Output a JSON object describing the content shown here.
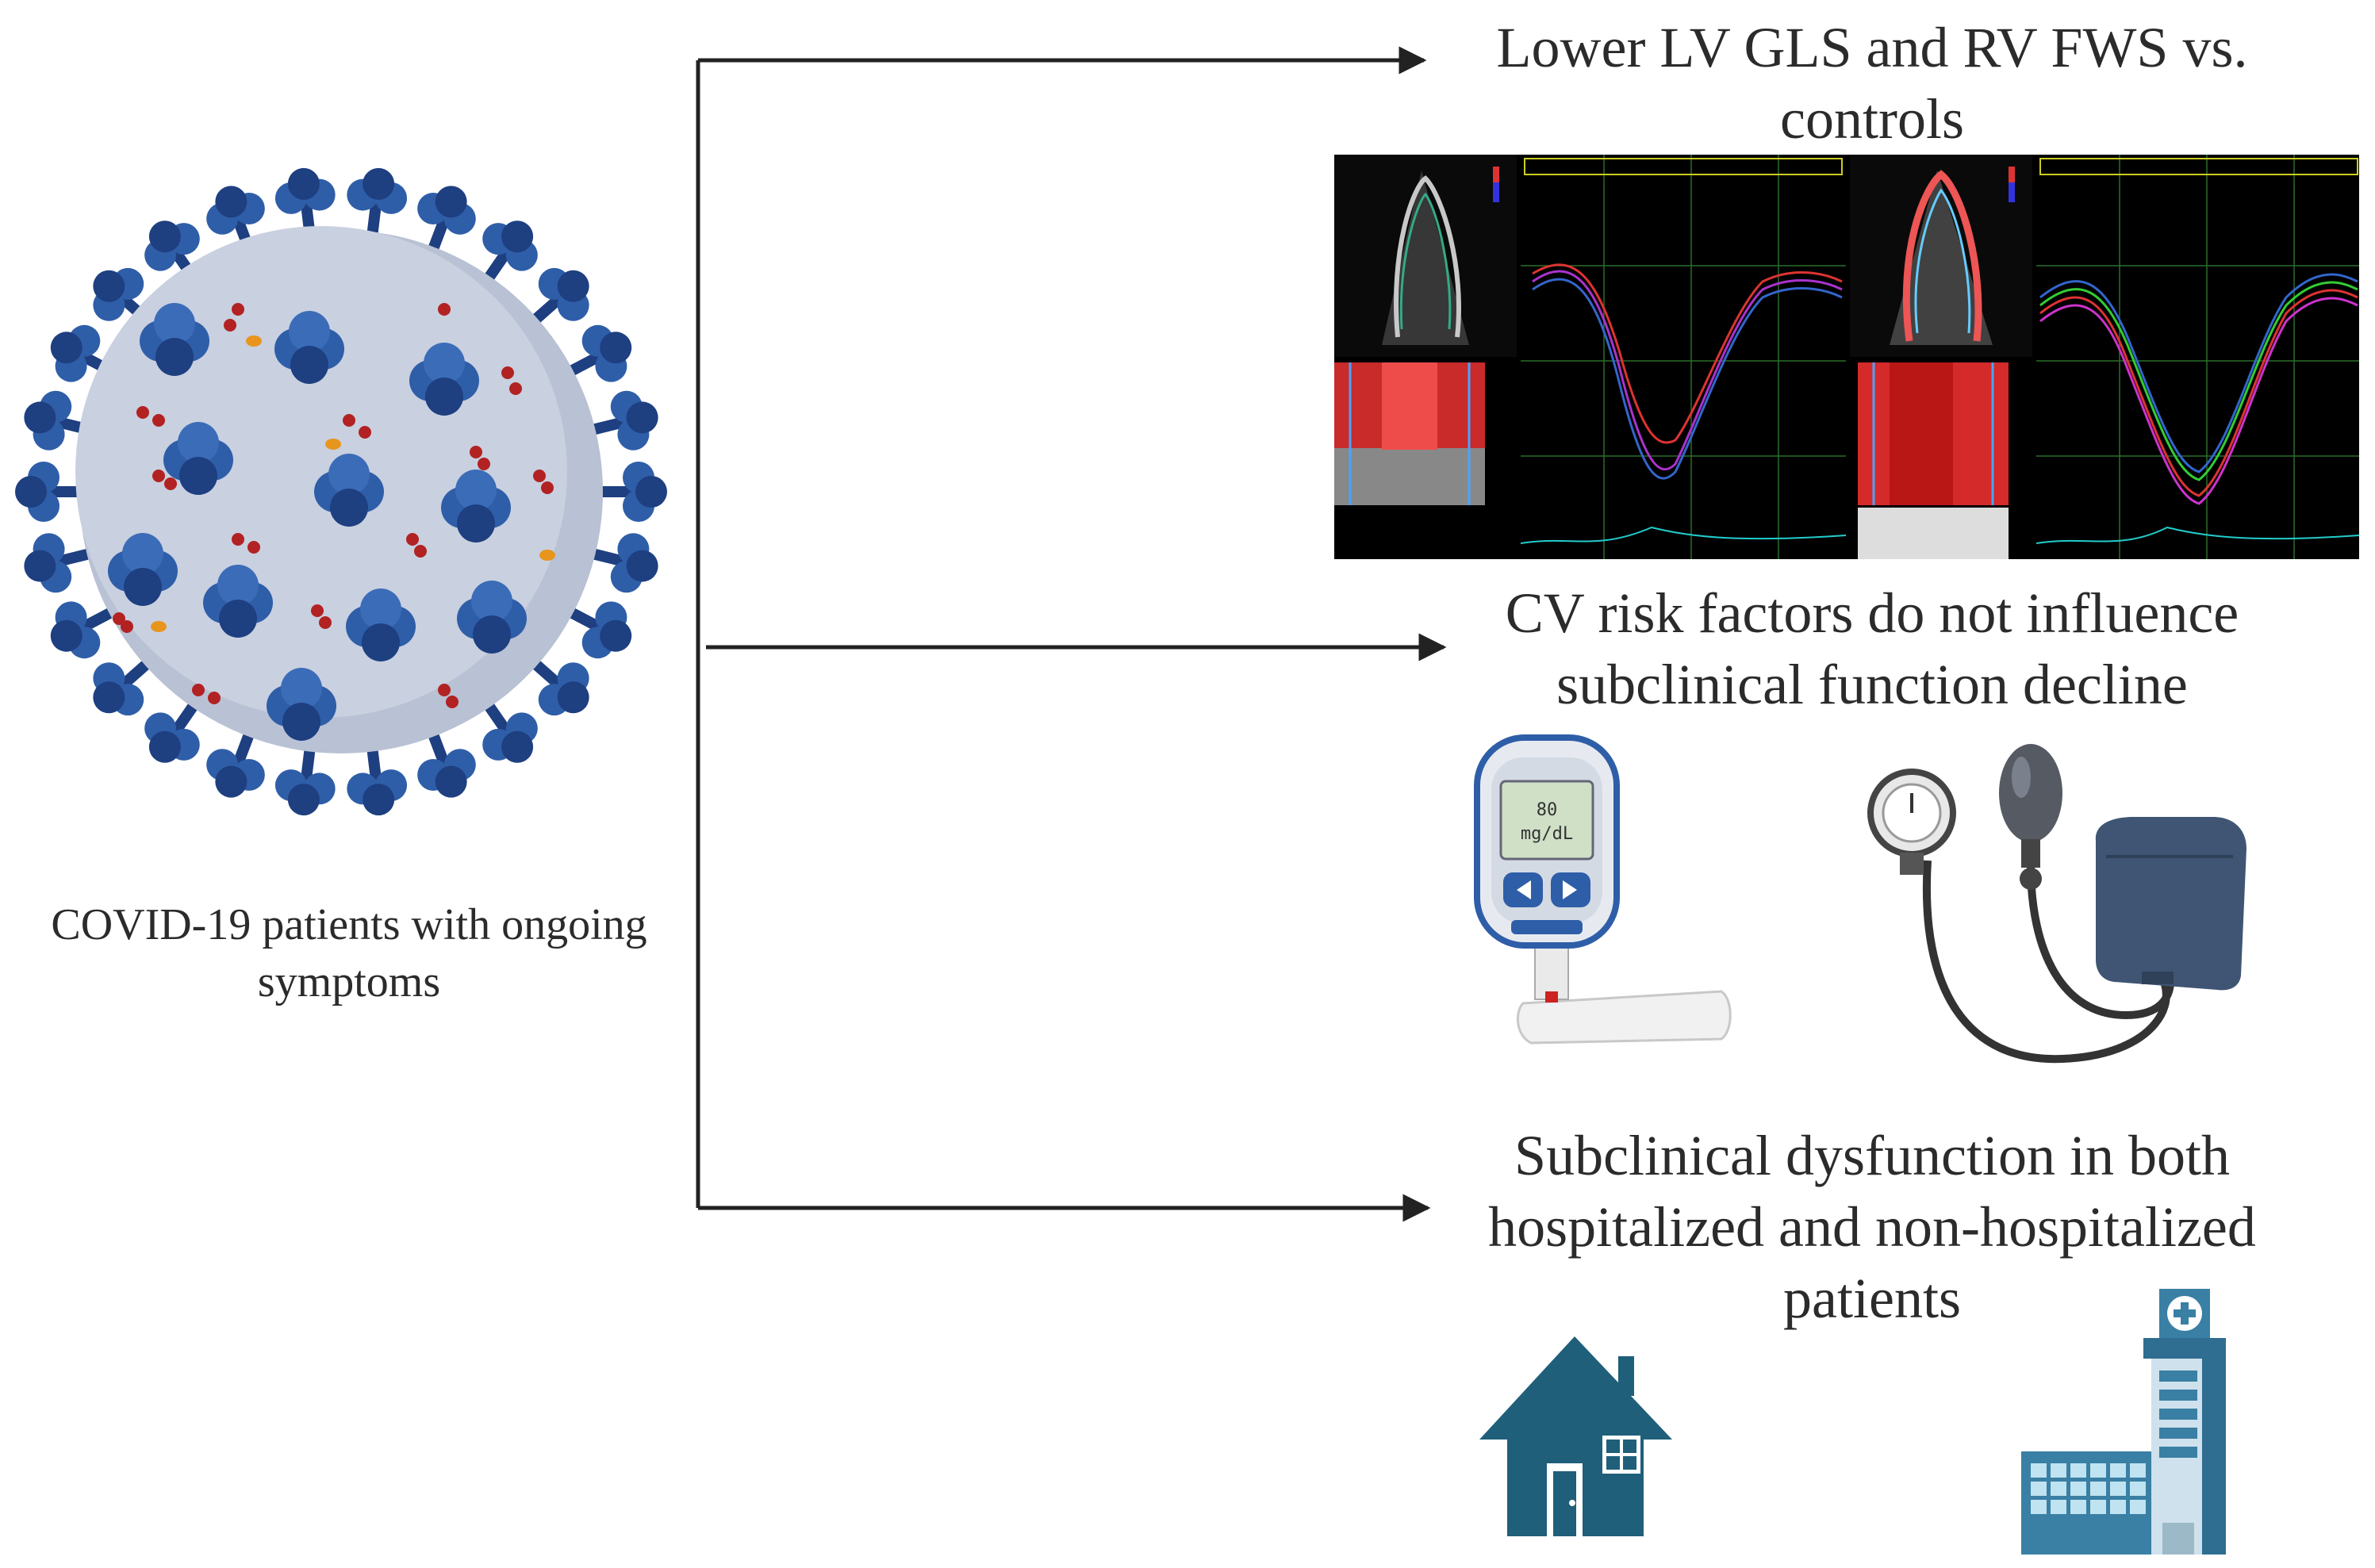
{
  "left_label": {
    "line1": "COVID-19 patients with ongoing",
    "line2": "symptoms"
  },
  "findings": [
    {
      "line1": "Lower LV GLS and RV FWS vs.",
      "line2": "controls"
    },
    {
      "line1": "CV risk factors do not influence",
      "line2": "subclinical function decline"
    },
    {
      "line1": "Subclinical dysfunction in both",
      "line2": "hospitalized and non-hospitalized",
      "line3": "patients"
    }
  ],
  "glucometer": {
    "reading_value": "80",
    "reading_unit": "mg/dL"
  },
  "colors": {
    "virus_body": "#c9d0e0",
    "virus_spike": "#2f5ea8",
    "virus_dark": "#1e3f80",
    "red_particle": "#b22222",
    "orange_particle": "#e8951e",
    "house": "#1f5f7a",
    "hospital": "#3a7fa4",
    "cuff": "#3f5573",
    "arrow": "#222222"
  },
  "icons": [
    "virus-icon",
    "echo-strain-image",
    "glucometer-icon",
    "blood-pressure-monitor-icon",
    "house-icon",
    "hospital-icon"
  ]
}
